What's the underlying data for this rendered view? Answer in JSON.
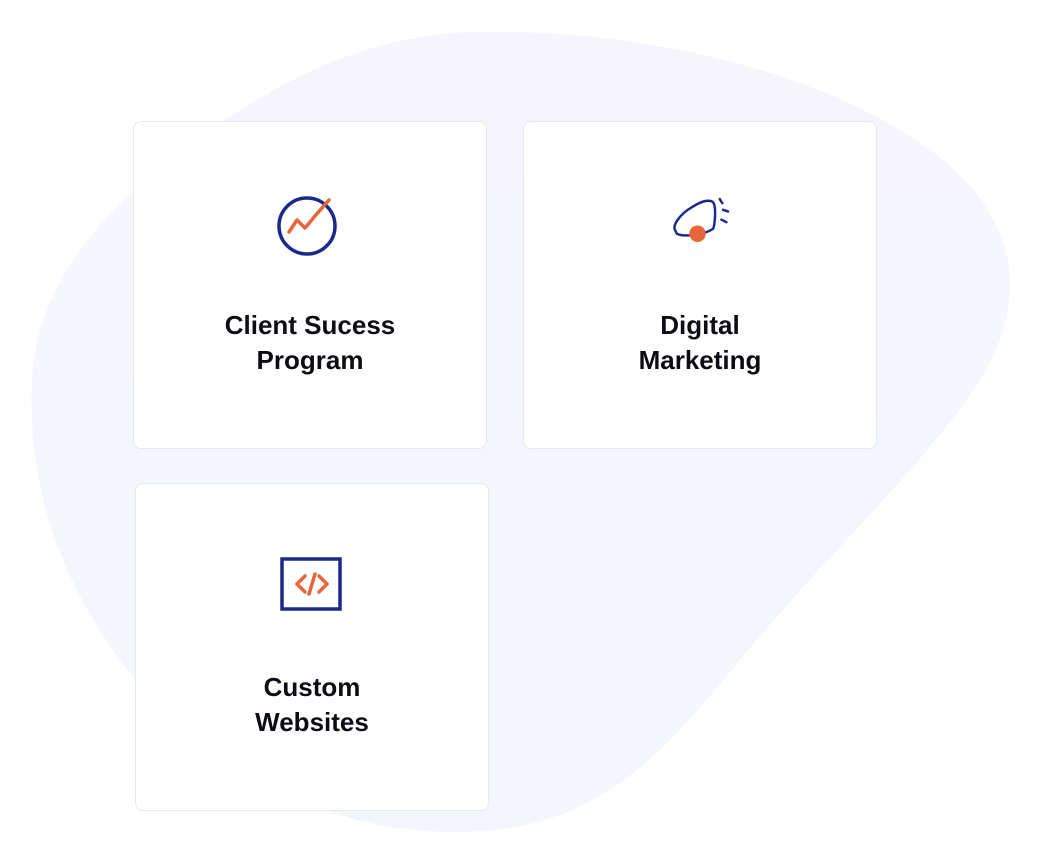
{
  "colors": {
    "navy": "#1a2a8c",
    "orange": "#e8653a",
    "blob": "#f4f5fd",
    "card_border": "#e6e8ef",
    "title": "#0c0c14"
  },
  "cards": [
    {
      "icon": "growth-chart-icon",
      "title_line1": "Client Sucess",
      "title_line2": "Program"
    },
    {
      "icon": "megaphone-icon",
      "title_line1": "Digital",
      "title_line2": "Marketing"
    },
    {
      "icon": "code-icon",
      "title_line1": "Custom",
      "title_line2": "Websites"
    }
  ]
}
